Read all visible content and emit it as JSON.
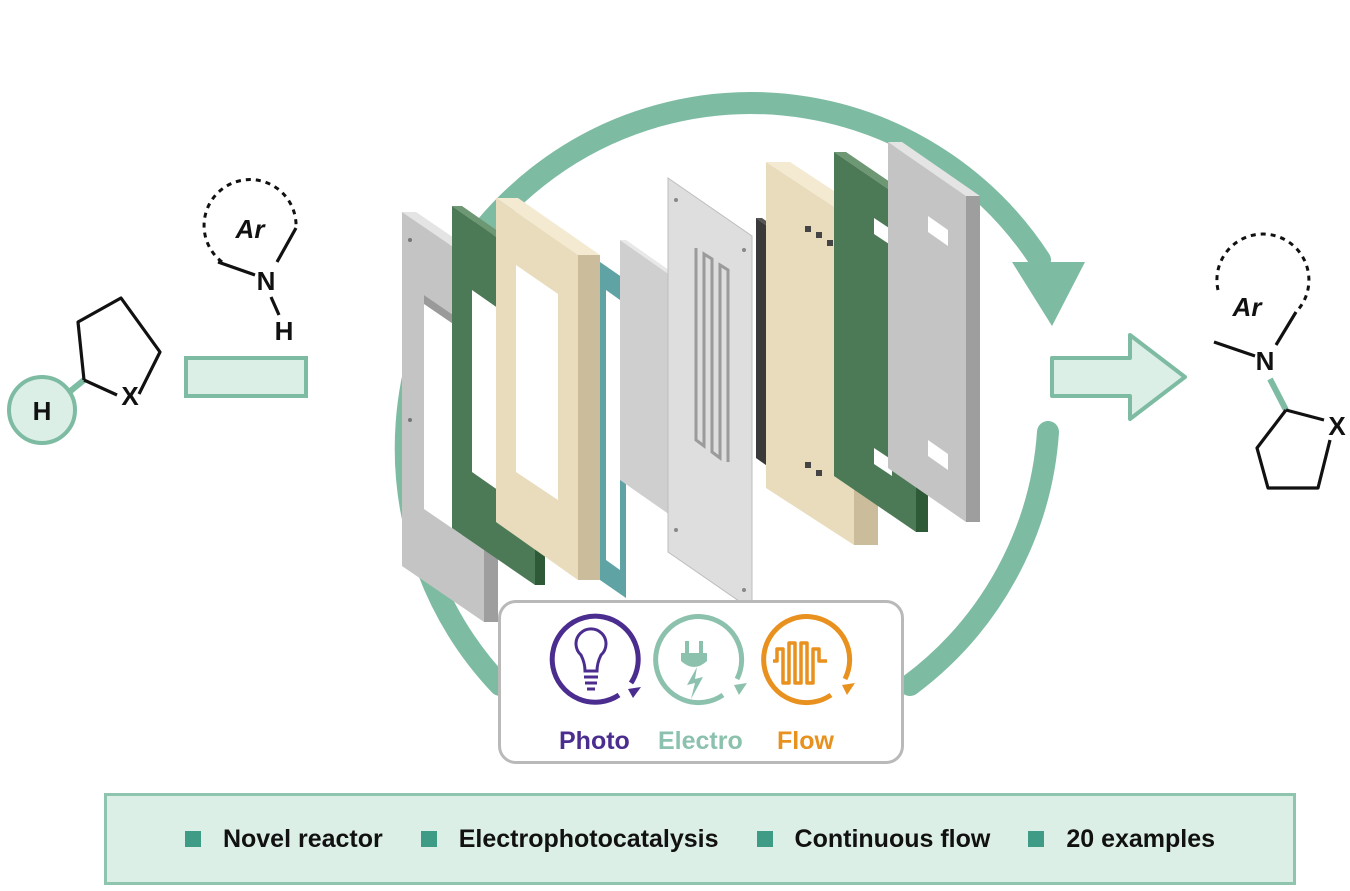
{
  "reactant": {
    "h_label": "H",
    "ring_label": "X"
  },
  "amine": {
    "ar_label": "Ar",
    "n_label": "N",
    "h_label": "H"
  },
  "product": {
    "ar_label": "Ar",
    "n_label": "N",
    "ring_label": "X"
  },
  "modes": [
    {
      "label": "Photo",
      "icon": "lightbulb-icon",
      "color": "#4b2d8f"
    },
    {
      "label": "Electro",
      "icon": "plug-bolt-icon",
      "color": "#8cc2ad"
    },
    {
      "label": "Flow",
      "icon": "serpentine-flow-icon",
      "color": "#e9911f"
    }
  ],
  "features": [
    "Novel reactor",
    "Electrophotocatalysis",
    "Continuous flow",
    "20 examples"
  ],
  "colors": {
    "accent_green": "#7dbba2",
    "light_green": "#dcefe6",
    "bullet": "#3e9b86"
  }
}
